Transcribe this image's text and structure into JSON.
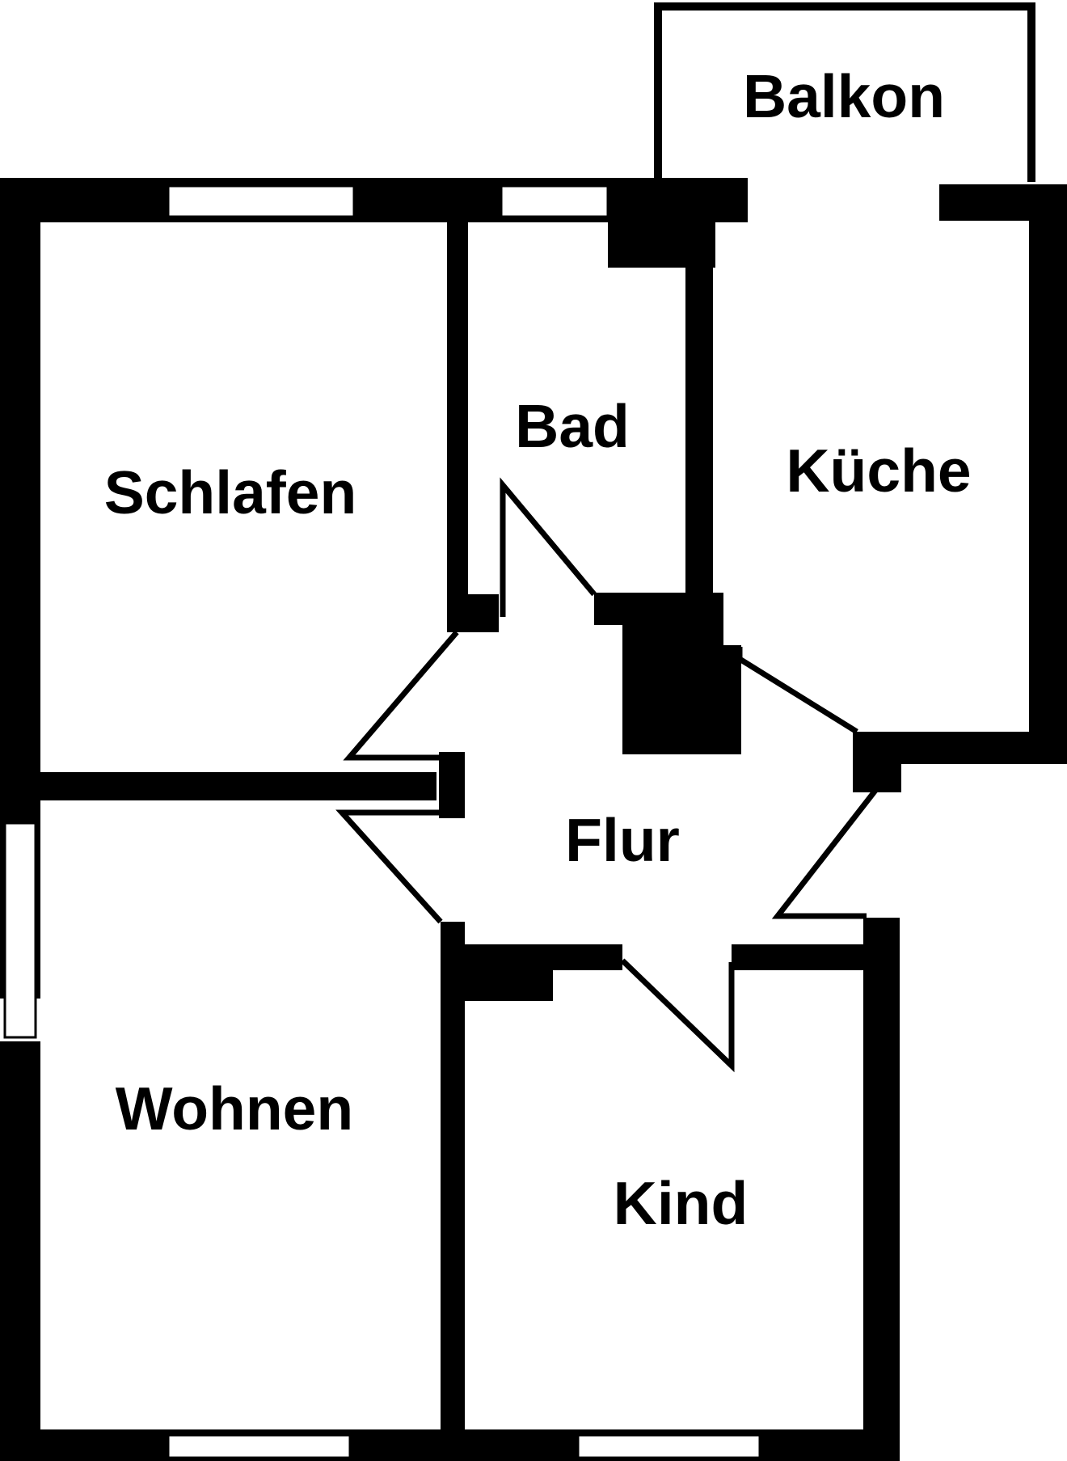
{
  "colors": {
    "wall": "#000000",
    "background": "#ffffff"
  },
  "rooms": {
    "balkon": "Balkon",
    "bad": "Bad",
    "schlafen": "Schlafen",
    "kueche": "Küche",
    "flur": "Flur",
    "wohnen": "Wohnen",
    "kind": "Kind"
  }
}
